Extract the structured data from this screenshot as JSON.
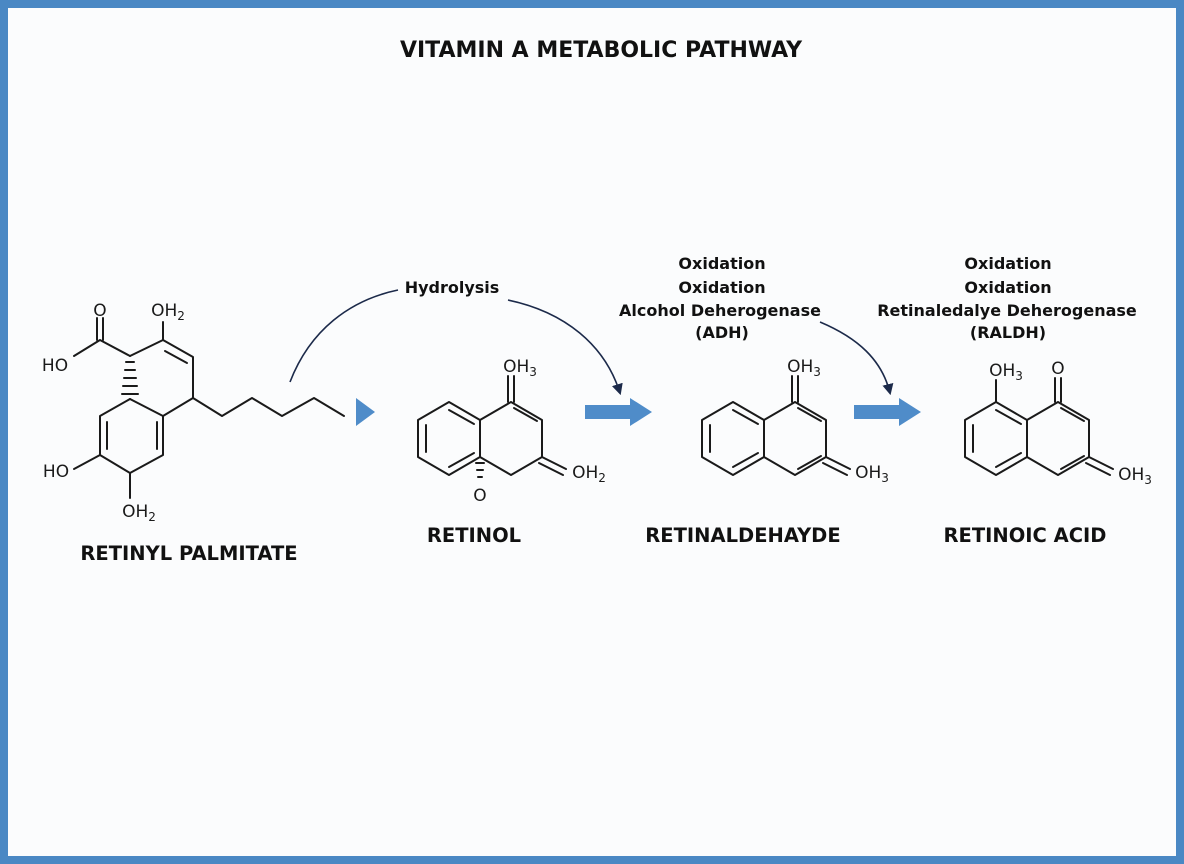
{
  "title": "VITAMIN A METABOLIC PATHWAY",
  "compounds": [
    {
      "name": "RETINYL PALMITATE",
      "atoms": {
        "o_top": "O",
        "ho_left": "HO",
        "oh2_top": "OH",
        "oh2_top_sub": "2",
        "ho_bottom": "HO",
        "oh2_bottom": "OH",
        "oh2_bottom_sub": "2"
      }
    },
    {
      "name": "RETINOL",
      "atoms": {
        "oh3_top": "OH",
        "oh3_top_sub": "3",
        "oh2_right": "OH",
        "oh2_right_sub": "2",
        "o_bottom": "O"
      }
    },
    {
      "name": "RETINALDEHAYDE",
      "atoms": {
        "oh3_top": "OH",
        "oh3_top_sub": "3",
        "oh3_right": "OH",
        "oh3_right_sub": "3"
      }
    },
    {
      "name": "RETINOIC ACID",
      "atoms": {
        "oh3_top": "OH",
        "oh3_top_sub": "3",
        "o_top": "O",
        "oh3_right": "OH",
        "oh3_right_sub": "3"
      }
    }
  ],
  "steps": [
    {
      "lines": [
        "Hydrolysis"
      ]
    },
    {
      "lines": [
        "Oxidation",
        "Oxidation",
        "Alcohol Deherogenase",
        "(ADH)"
      ]
    },
    {
      "lines": [
        "Oxidation",
        "Oxidation",
        "Retinaledalye Deherogenase",
        "(RALDH)"
      ]
    }
  ],
  "colors": {
    "frame": "#4a88c4",
    "arrow": "#4f8cc9",
    "curve": "#1c2a4a"
  }
}
